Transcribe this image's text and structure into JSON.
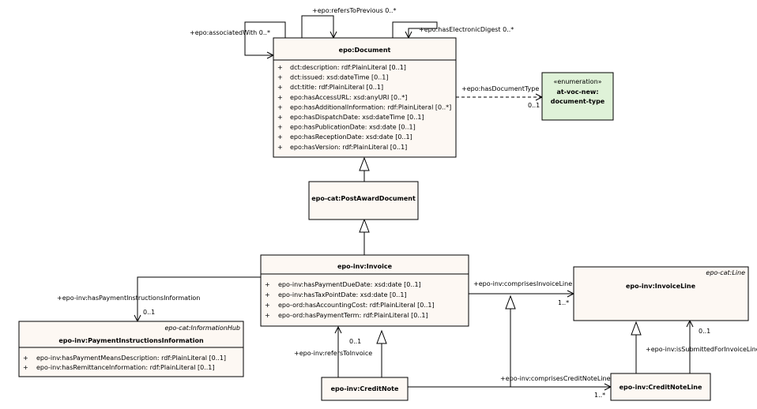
{
  "classes": {
    "document": {
      "name": "epo:Document",
      "attrs": [
        "dct:description: rdf:PlainLiteral [0..1]",
        "dct:issued: xsd:dateTime [0..1]",
        "dct:title: rdf:PlainLiteral [0..1]",
        "epo:hasAccessURL: xsd:anyURI [0..*]",
        "epo:hasAdditionalInformation: rdf:PlainLiteral [0..*]",
        "epo:hasDispatchDate: xsd:dateTime [0..1]",
        "epo:hasPublicationDate: xsd:date [0..1]",
        "epo:hasReceptionDate: xsd:date [0..1]",
        "epo:hasVersion: rdf:PlainLiteral [0..1]"
      ]
    },
    "enum": {
      "stereotype": "«enumeration»",
      "name_line1": "at-voc-new:",
      "name_line2": "document-type"
    },
    "post_award": {
      "name": "epo-cat:PostAwardDocument"
    },
    "invoice": {
      "name": "epo-inv:Invoice",
      "attrs": [
        "epo-inv:hasPaymentDueDate: xsd:date [0..1]",
        "epo-inv:hasTaxPointDate: xsd:date [0..1]",
        "epo-ord:hasAccountingCost: rdf:PlainLiteral [0..1]",
        "epo-ord:hasPaymentTerm: rdf:PlainLiteral [0..1]"
      ]
    },
    "invoice_line": {
      "name": "epo-inv:InvoiceLine",
      "parent": "epo-cat:Line"
    },
    "payment_info": {
      "name": "epo-inv:PaymentInstructionsInformation",
      "parent": "epo-cat:InformationHub",
      "attrs": [
        "epo-inv:hasPaymentMeansDescription: rdf:PlainLiteral [0..1]",
        "epo-inv:hasRemittanceInformation: rdf:PlainLiteral [0..1]"
      ]
    },
    "credit_note": {
      "name": "epo-inv:CreditNote"
    },
    "credit_note_line": {
      "name": "epo-inv:CreditNoteLine"
    }
  },
  "attr_marker": "+",
  "associations": {
    "associated_with": "+epo:associatedWith 0..*",
    "refers_to_previous": "+epo:refersToPrevious 0..*",
    "has_electronic_digest": "+epo:hasElectronicDigest 0..*",
    "has_document_type": "+epo:hasDocumentType",
    "has_document_type_mult": "0..1",
    "has_payment_instructions": "+epo-inv:hasPaymentInstructionsInformation",
    "has_payment_instructions_mult": "0..1",
    "comprises_invoice_line": "+epo-inv:comprisesInvoiceLine",
    "comprises_invoice_line_mult": "1..*",
    "refers_to_invoice": "+epo-inv:refersToInvoice",
    "refers_to_invoice_mult": "0..1",
    "comprises_credit_note_line": "+epo-inv:comprisesCreditNoteLine",
    "comprises_credit_note_line_mult": "1..*",
    "is_submitted_for_invoice_line": "+epo-inv:isSubmittedForInvoiceLine",
    "is_submitted_for_invoice_line_mult": "0..1"
  }
}
